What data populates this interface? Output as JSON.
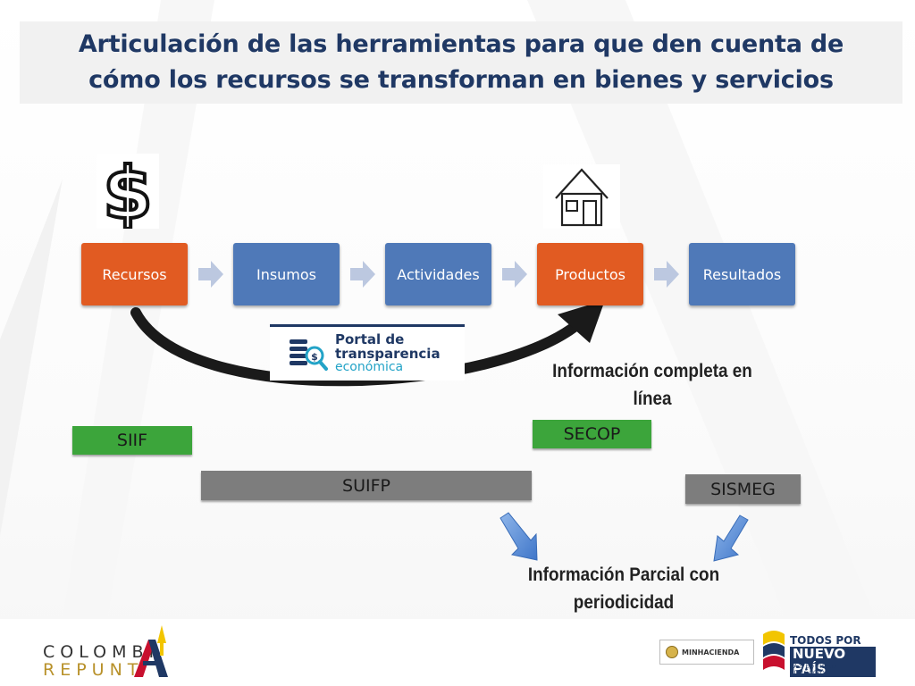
{
  "title": {
    "line1": "Articulación de las herramientas para que den cuenta de",
    "line2": "cómo los recursos se transforman en bienes y servicios"
  },
  "icons": {
    "money": "dollar-sign-icon",
    "house": "house-icon",
    "search": "magnifier-coins-icon"
  },
  "flow": {
    "stages": [
      {
        "label": "Recursos",
        "color": "#e15b22"
      },
      {
        "label": "Insumos",
        "color": "#4f79b8"
      },
      {
        "label": "Actividades",
        "color": "#4f79b8"
      },
      {
        "label": "Productos",
        "color": "#e15b22"
      },
      {
        "label": "Resultados",
        "color": "#4f79b8"
      }
    ]
  },
  "portal": {
    "line1": "Portal de",
    "line2": "transparencia",
    "line3": "económica"
  },
  "notes": {
    "online": [
      "Información completa en",
      "línea"
    ],
    "partial": [
      "Información Parcial con",
      "periodicidad"
    ]
  },
  "systems": {
    "siif": "SIIF",
    "secop": "SECOP",
    "suifp": "SUIFP",
    "sismeg": "SISMEG"
  },
  "colors": {
    "title": "#1f3864",
    "green": "#3ca53b",
    "gray": "#7d7d7d",
    "arrow_blue": "#5b8fd6"
  },
  "footer": {
    "colombia_repunta_line1": "COLOMBI",
    "colombia_repunta_line2": "REPUNT",
    "minhacienda": "MINHACIENDA",
    "todos1": "TODOS POR UN",
    "todos2": "NUEVO PAÍS",
    "todos3": "PAZ   EQUIDAD   EDUCACIÓN"
  }
}
